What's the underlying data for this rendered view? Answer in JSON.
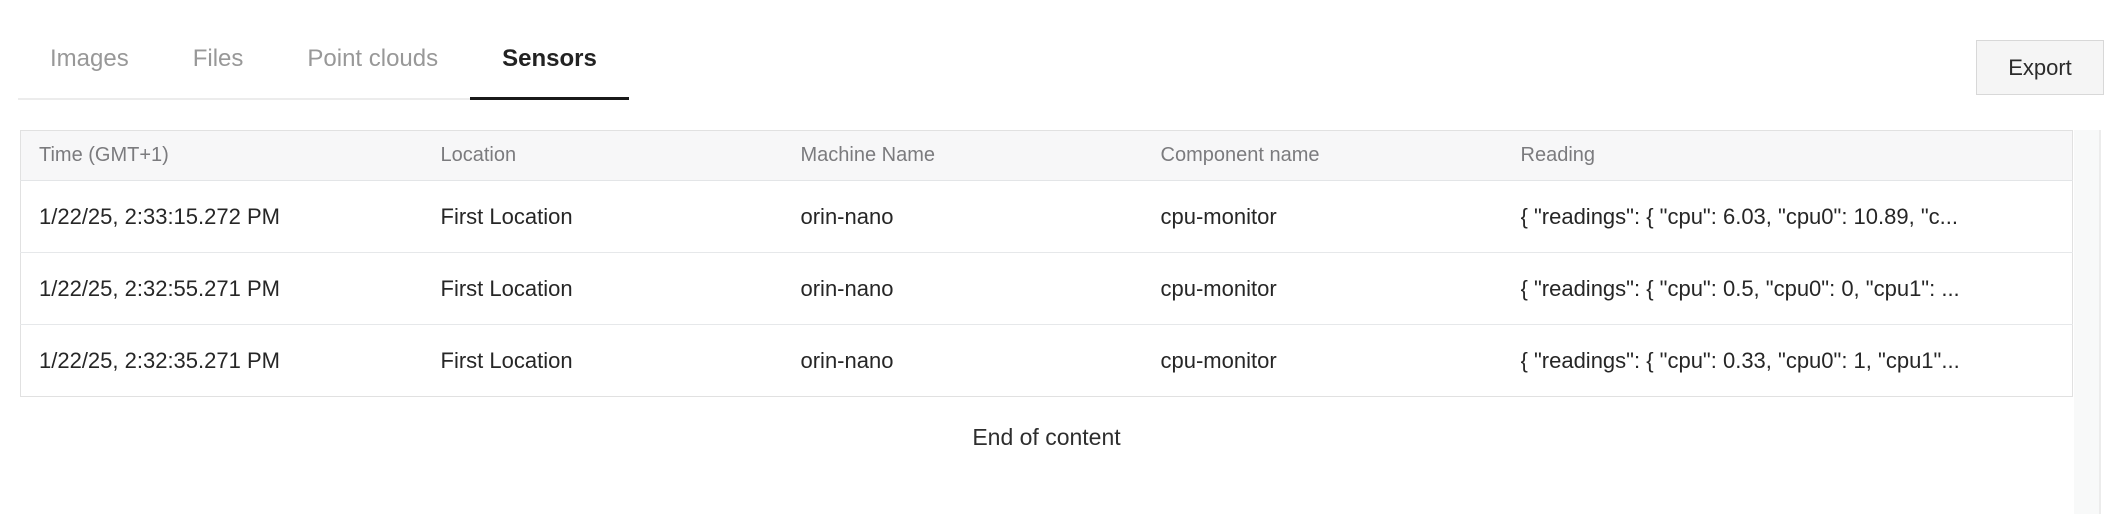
{
  "tabs": [
    {
      "label": "Images",
      "active": false
    },
    {
      "label": "Files",
      "active": false
    },
    {
      "label": "Point clouds",
      "active": false
    },
    {
      "label": "Sensors",
      "active": true
    }
  ],
  "toolbar": {
    "export_label": "Export"
  },
  "table": {
    "columns": [
      "Time (GMT+1)",
      "Location",
      "Machine Name",
      "Component name",
      "Reading"
    ],
    "rows": [
      [
        "1/22/25, 2:33:15.272 PM",
        "First Location",
        "orin-nano",
        "cpu-monitor",
        "{ \"readings\": { \"cpu\": 6.03, \"cpu0\": 10.89, \"c..."
      ],
      [
        "1/22/25, 2:32:55.271 PM",
        "First Location",
        "orin-nano",
        "cpu-monitor",
        "{ \"readings\": { \"cpu\": 0.5, \"cpu0\": 0, \"cpu1\": ..."
      ],
      [
        "1/22/25, 2:32:35.271 PM",
        "First Location",
        "orin-nano",
        "cpu-monitor",
        "{ \"readings\": { \"cpu\": 0.33, \"cpu0\": 1, \"cpu1\"..."
      ]
    ]
  },
  "footer": {
    "end_message": "End of content"
  },
  "colors": {
    "active_tab_text": "#222222",
    "inactive_tab_text": "#989898",
    "active_tab_underline": "#191919",
    "tabbar_underline": "#ececec",
    "header_bg": "#f7f7f8",
    "header_text": "#7b7b7e",
    "body_text": "#262626",
    "table_border": "#e1e1e1",
    "row_border": "#e6e8ea",
    "button_bg": "#f5f5f5",
    "button_border": "#d8d8d8"
  }
}
